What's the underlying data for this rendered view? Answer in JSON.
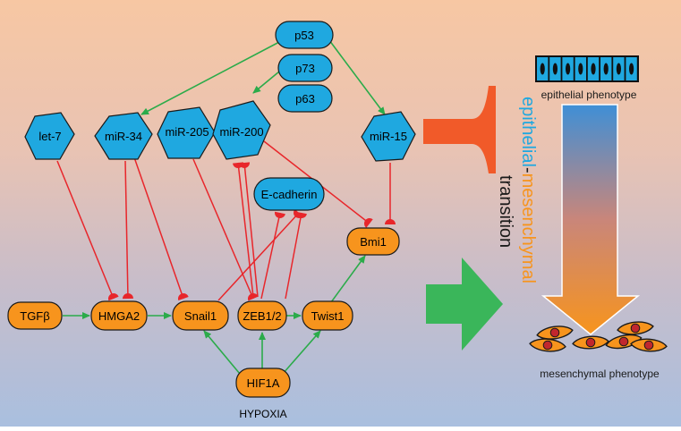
{
  "nodes": {
    "p53": "p53",
    "p73": "p73",
    "p63": "p63",
    "let7": "let-7",
    "mir34": "miR-34",
    "mir205": "miR-205",
    "mir200": "miR-200",
    "mir15": "miR-15",
    "ecadherin": "E-cadherin",
    "tgfb": "TGFβ",
    "hmga2": "HMGA2",
    "snail1": "Snail1",
    "zeb12": "ZEB1/2",
    "twist1": "Twist1",
    "bmi1": "Bmi1",
    "hif1a": "HIF1A"
  },
  "hypoxia": "HYPOXIA",
  "transition": {
    "epithelial": "epithelial",
    "dash": "-",
    "mesenchymal": "mesenchymal",
    "transition_word": "transition"
  },
  "phenotypes": {
    "epithelial": "epithelial phenotype",
    "mesenchymal": "mesenchymal phenotype"
  },
  "colors": {
    "blue_node": "#1fa8e0",
    "orange_node": "#f7941d",
    "activation": "#2bab4a",
    "inhibition": "#e8262b",
    "red_arrow": "#f15a29",
    "green_arrow": "#3ab65a"
  }
}
